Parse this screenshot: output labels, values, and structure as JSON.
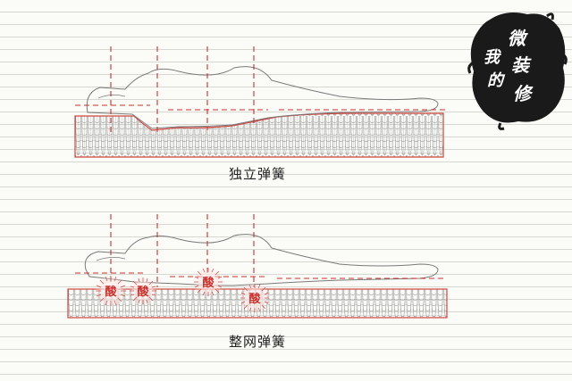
{
  "captions": {
    "independent_springs": "独立弹簧",
    "integrated_springs": "整网弹簧"
  },
  "logo": {
    "chars": [
      "我",
      "的",
      "微",
      "装",
      "修"
    ]
  },
  "pressure_points": {
    "label": "酸",
    "count": 4
  },
  "colors": {
    "guide_line": "#c9302c",
    "mattress_outline": "#d0473f",
    "spring": "#8a8a8a",
    "body_outline": "#7a7a7a",
    "logo_bg": "#1a1a1a"
  }
}
